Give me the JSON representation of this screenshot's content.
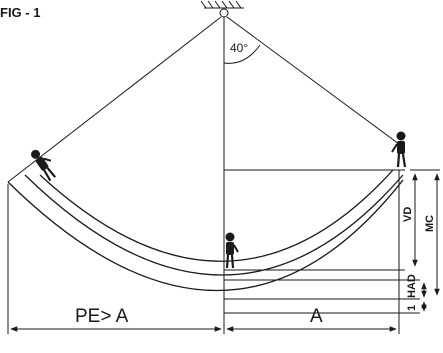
{
  "figure": {
    "label": "FIG - 1"
  },
  "angle": {
    "text": "40°"
  },
  "dimensions": {
    "pe_a": "PE> A",
    "a": "A",
    "vd": "VD",
    "mc": "MC",
    "had": "HAD",
    "one": "1"
  },
  "colors": {
    "ink": "#1a1a1a",
    "background": "#ffffff"
  },
  "icons": [
    "anchor-hatch-icon",
    "worker-figure-icon"
  ]
}
